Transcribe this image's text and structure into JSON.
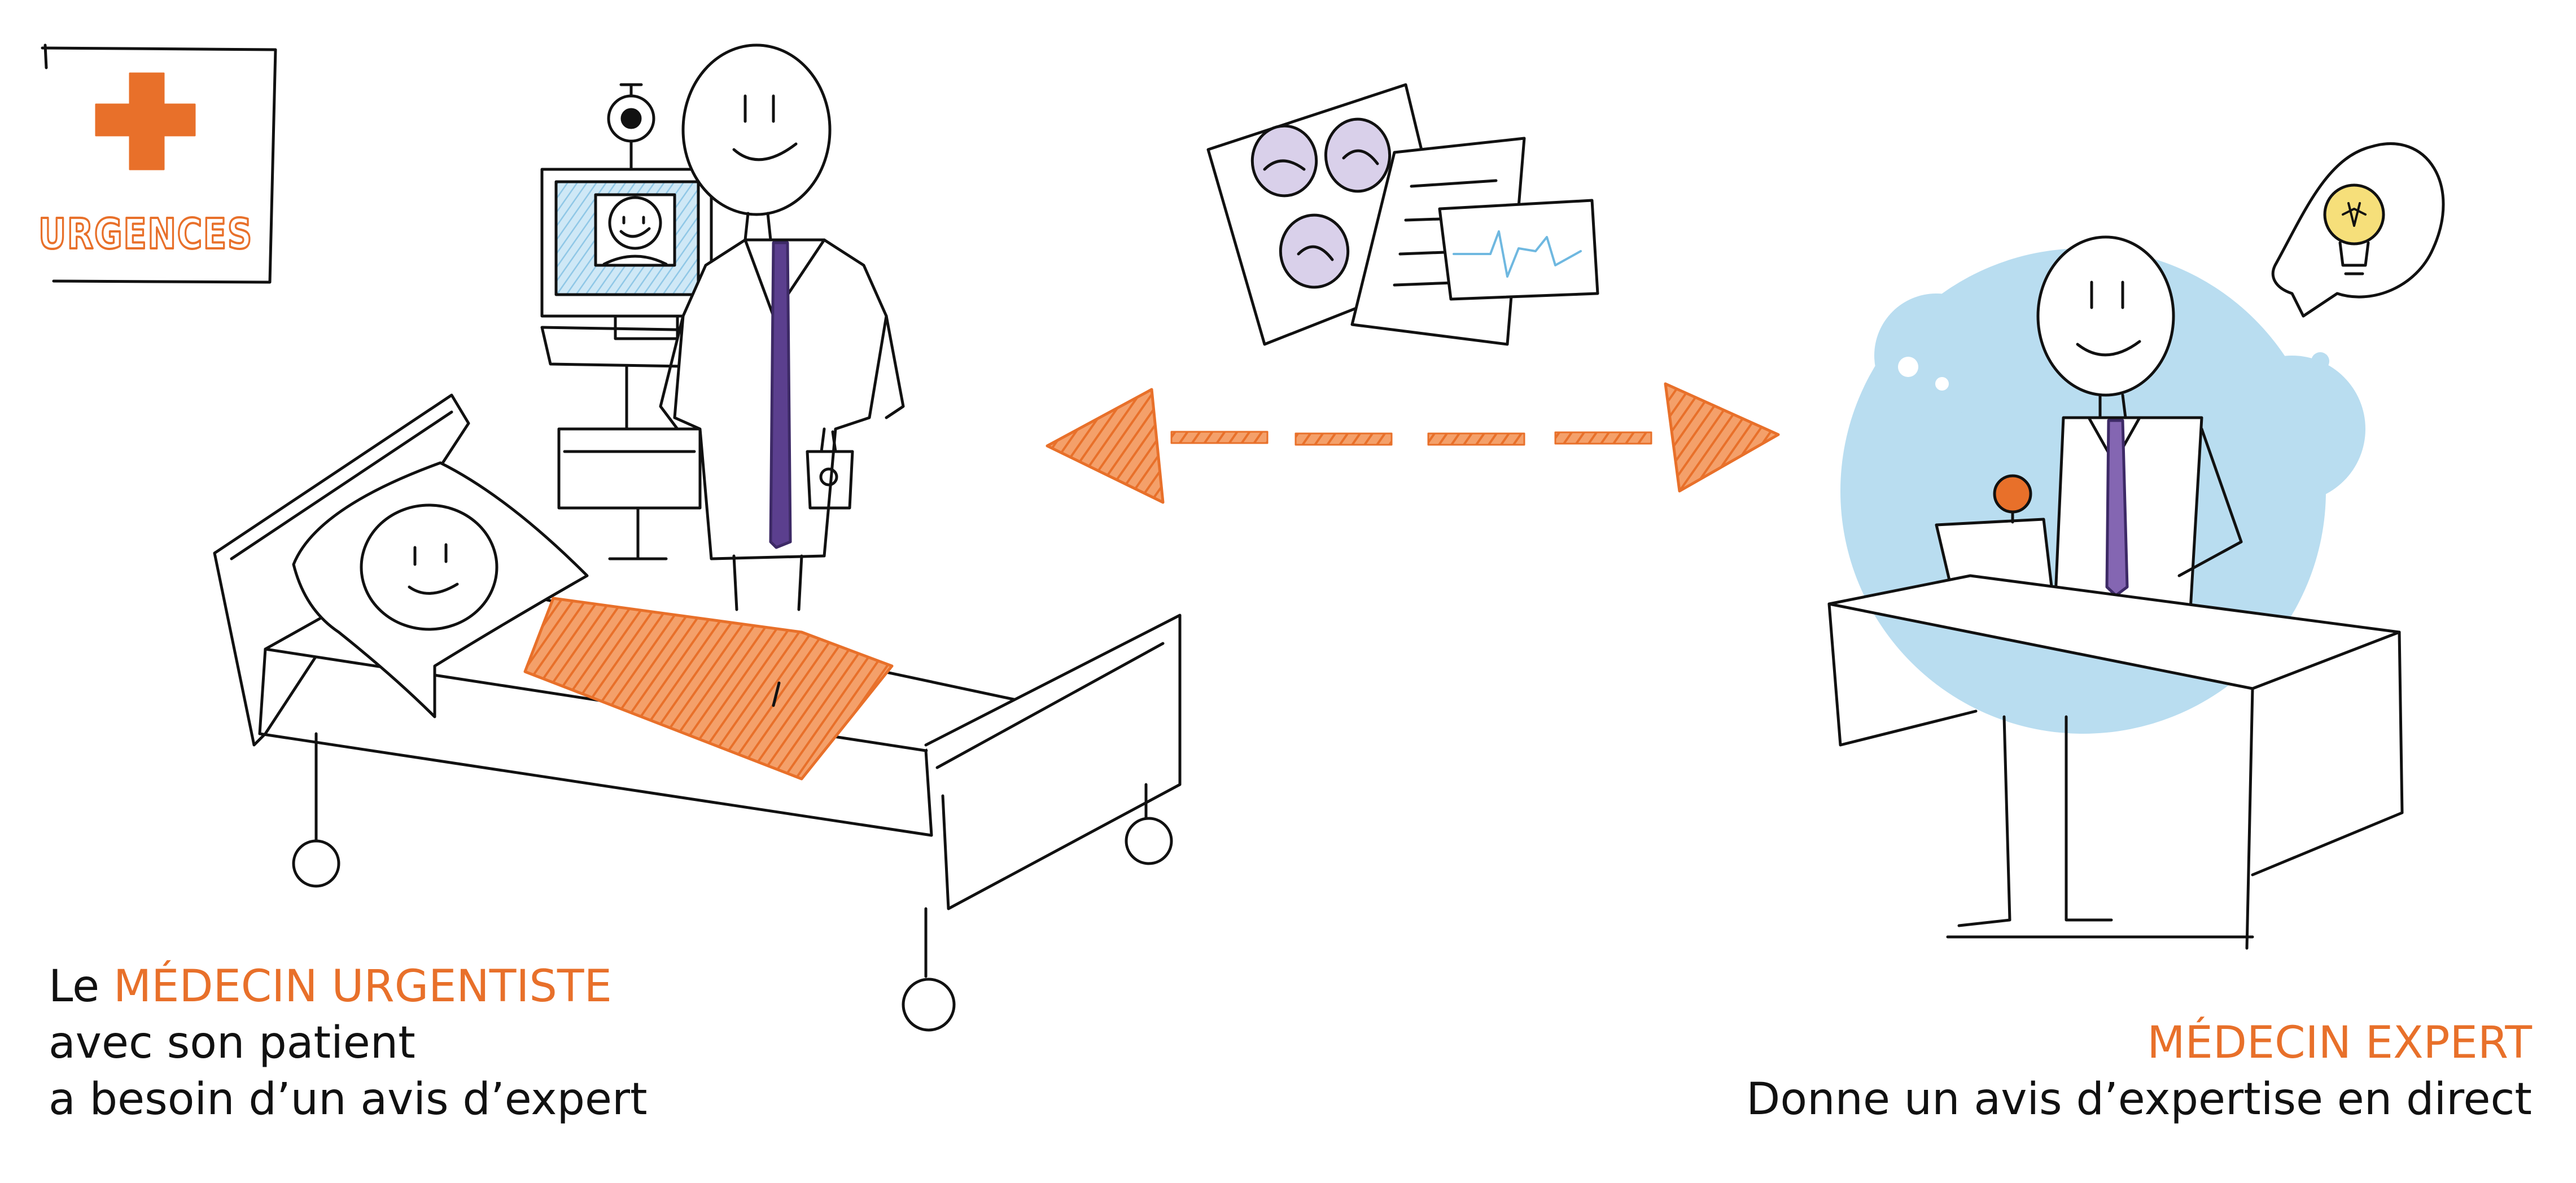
{
  "sign": {
    "label": "URGENCES"
  },
  "left_caption": {
    "prefix": "Le ",
    "highlight": "MÉDECIN URGENTISTE",
    "line2": "avec son patient",
    "line3": "a besoin d’un avis d’expert"
  },
  "right_caption": {
    "highlight": "MÉDECIN EXPERT",
    "line2": "Donne un avis d’expertise en direct"
  },
  "colors": {
    "accent": "#e8702a",
    "ink": "#111111",
    "sky": "#b9ddf0",
    "tie": "#5b3f8e",
    "screen": "#bfe0f3",
    "bulb": "#f6df7a"
  }
}
